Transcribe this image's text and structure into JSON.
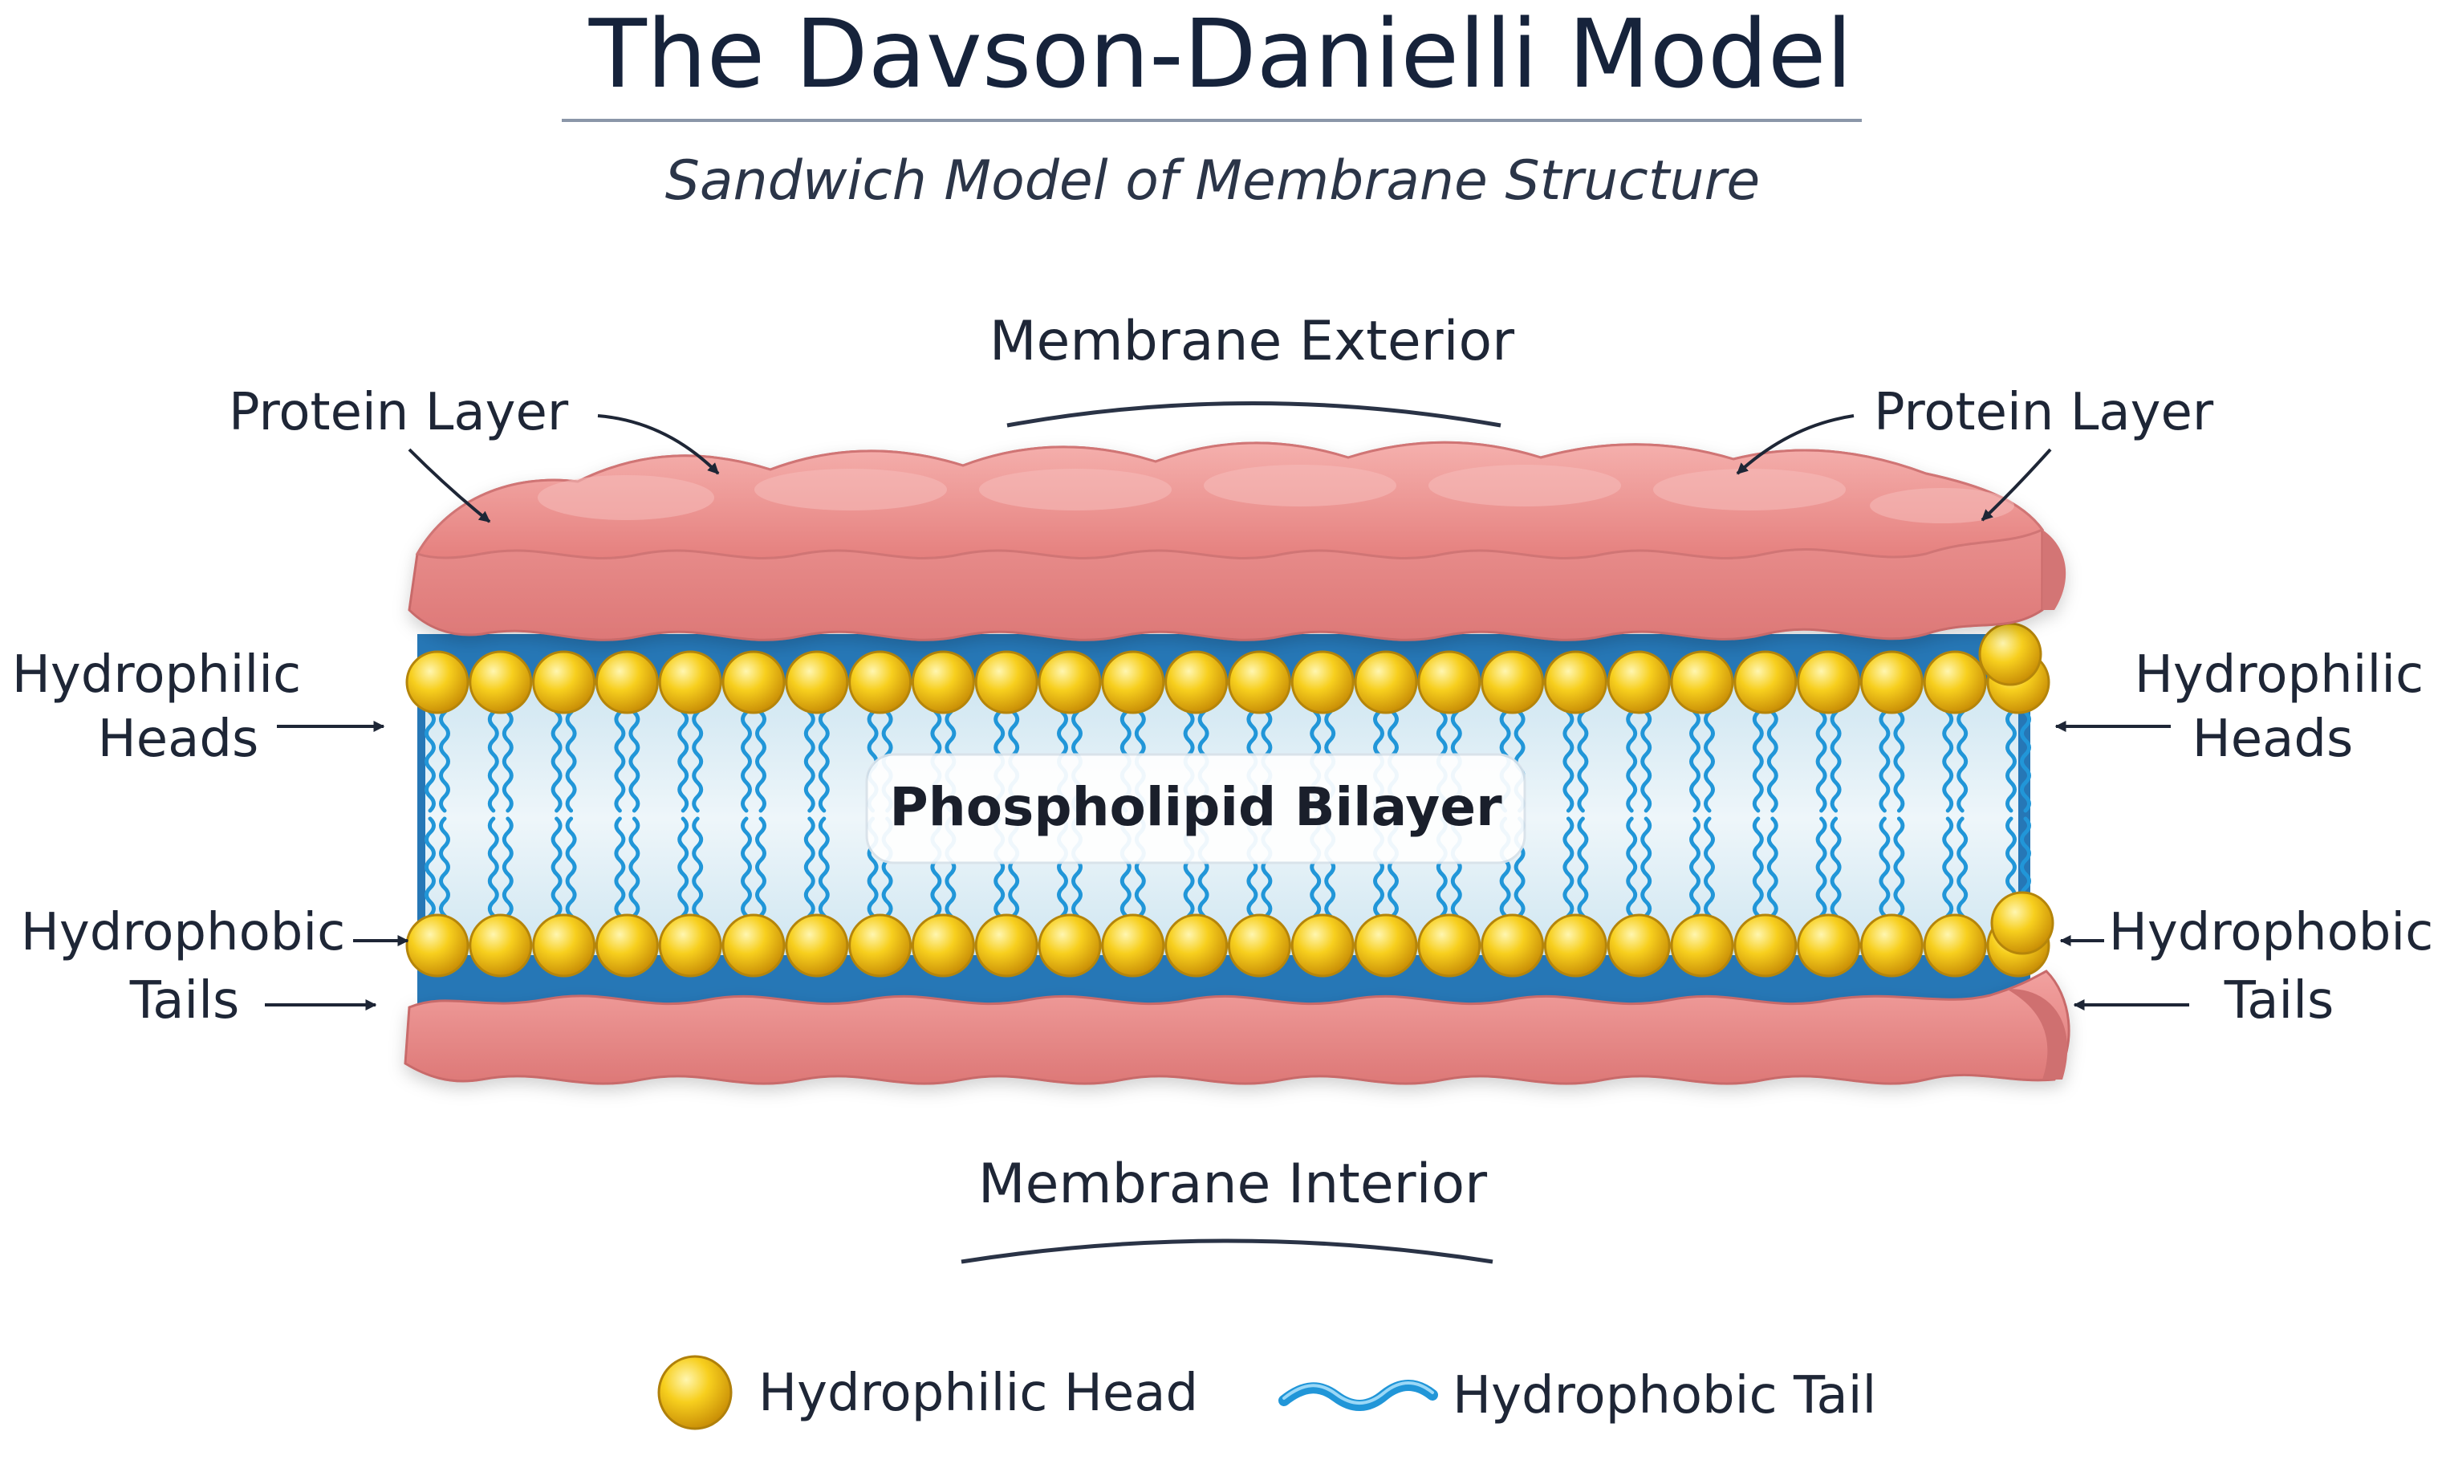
{
  "title": "The Davson-Danielli Model",
  "subtitle": "Sandwich Model of Membrane Structure",
  "labels": {
    "exterior": "Membrane Exterior",
    "interior": "Membrane Interior",
    "protein_left": "Protein Layer",
    "protein_right": "Protein Layer",
    "heads_left_1": "Hydrophilic",
    "heads_left_2": "Heads",
    "heads_right_1": "Hydrophilic",
    "heads_right_2": "Heads",
    "tails_left_1": "Hydrophobic",
    "tails_left_2": "Tails",
    "tails_right_1": "Hydrophobic",
    "tails_right_2": "Tails",
    "bilayer": "Phospholipid Bilayer"
  },
  "legend": {
    "head": "Hydrophilic Head",
    "tail": "Hydrophobic Tail"
  },
  "colors": {
    "protein": "#eb8f8f",
    "protein_dark": "#c96868",
    "head": "#f2c20f",
    "tail": "#2196d8",
    "bilayer_bg": "#e6f2f7",
    "text": "#16233b"
  }
}
